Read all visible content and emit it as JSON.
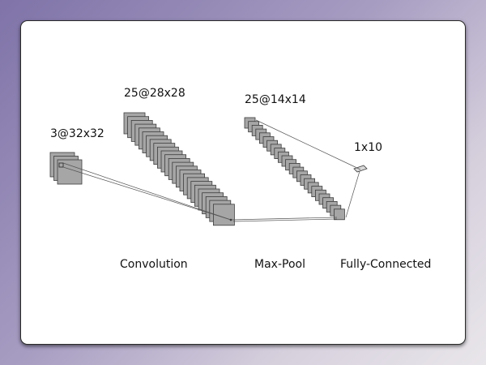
{
  "layers": [
    {
      "id": "input",
      "size_label": "3@32x32",
      "maps": 3
    },
    {
      "id": "conv",
      "size_label": "25@28x28",
      "maps": 25
    },
    {
      "id": "pool",
      "size_label": "25@14x14",
      "maps": 25
    },
    {
      "id": "fc",
      "size_label": "1x10",
      "maps": 1
    }
  ],
  "operations": [
    "Convolution",
    "Max-Pool",
    "Fully-Connected"
  ],
  "colors": {
    "map_fill": "#a6a6a6",
    "map_stroke": "#3c3c3c",
    "line": "#555555",
    "card": "#ffffff"
  }
}
